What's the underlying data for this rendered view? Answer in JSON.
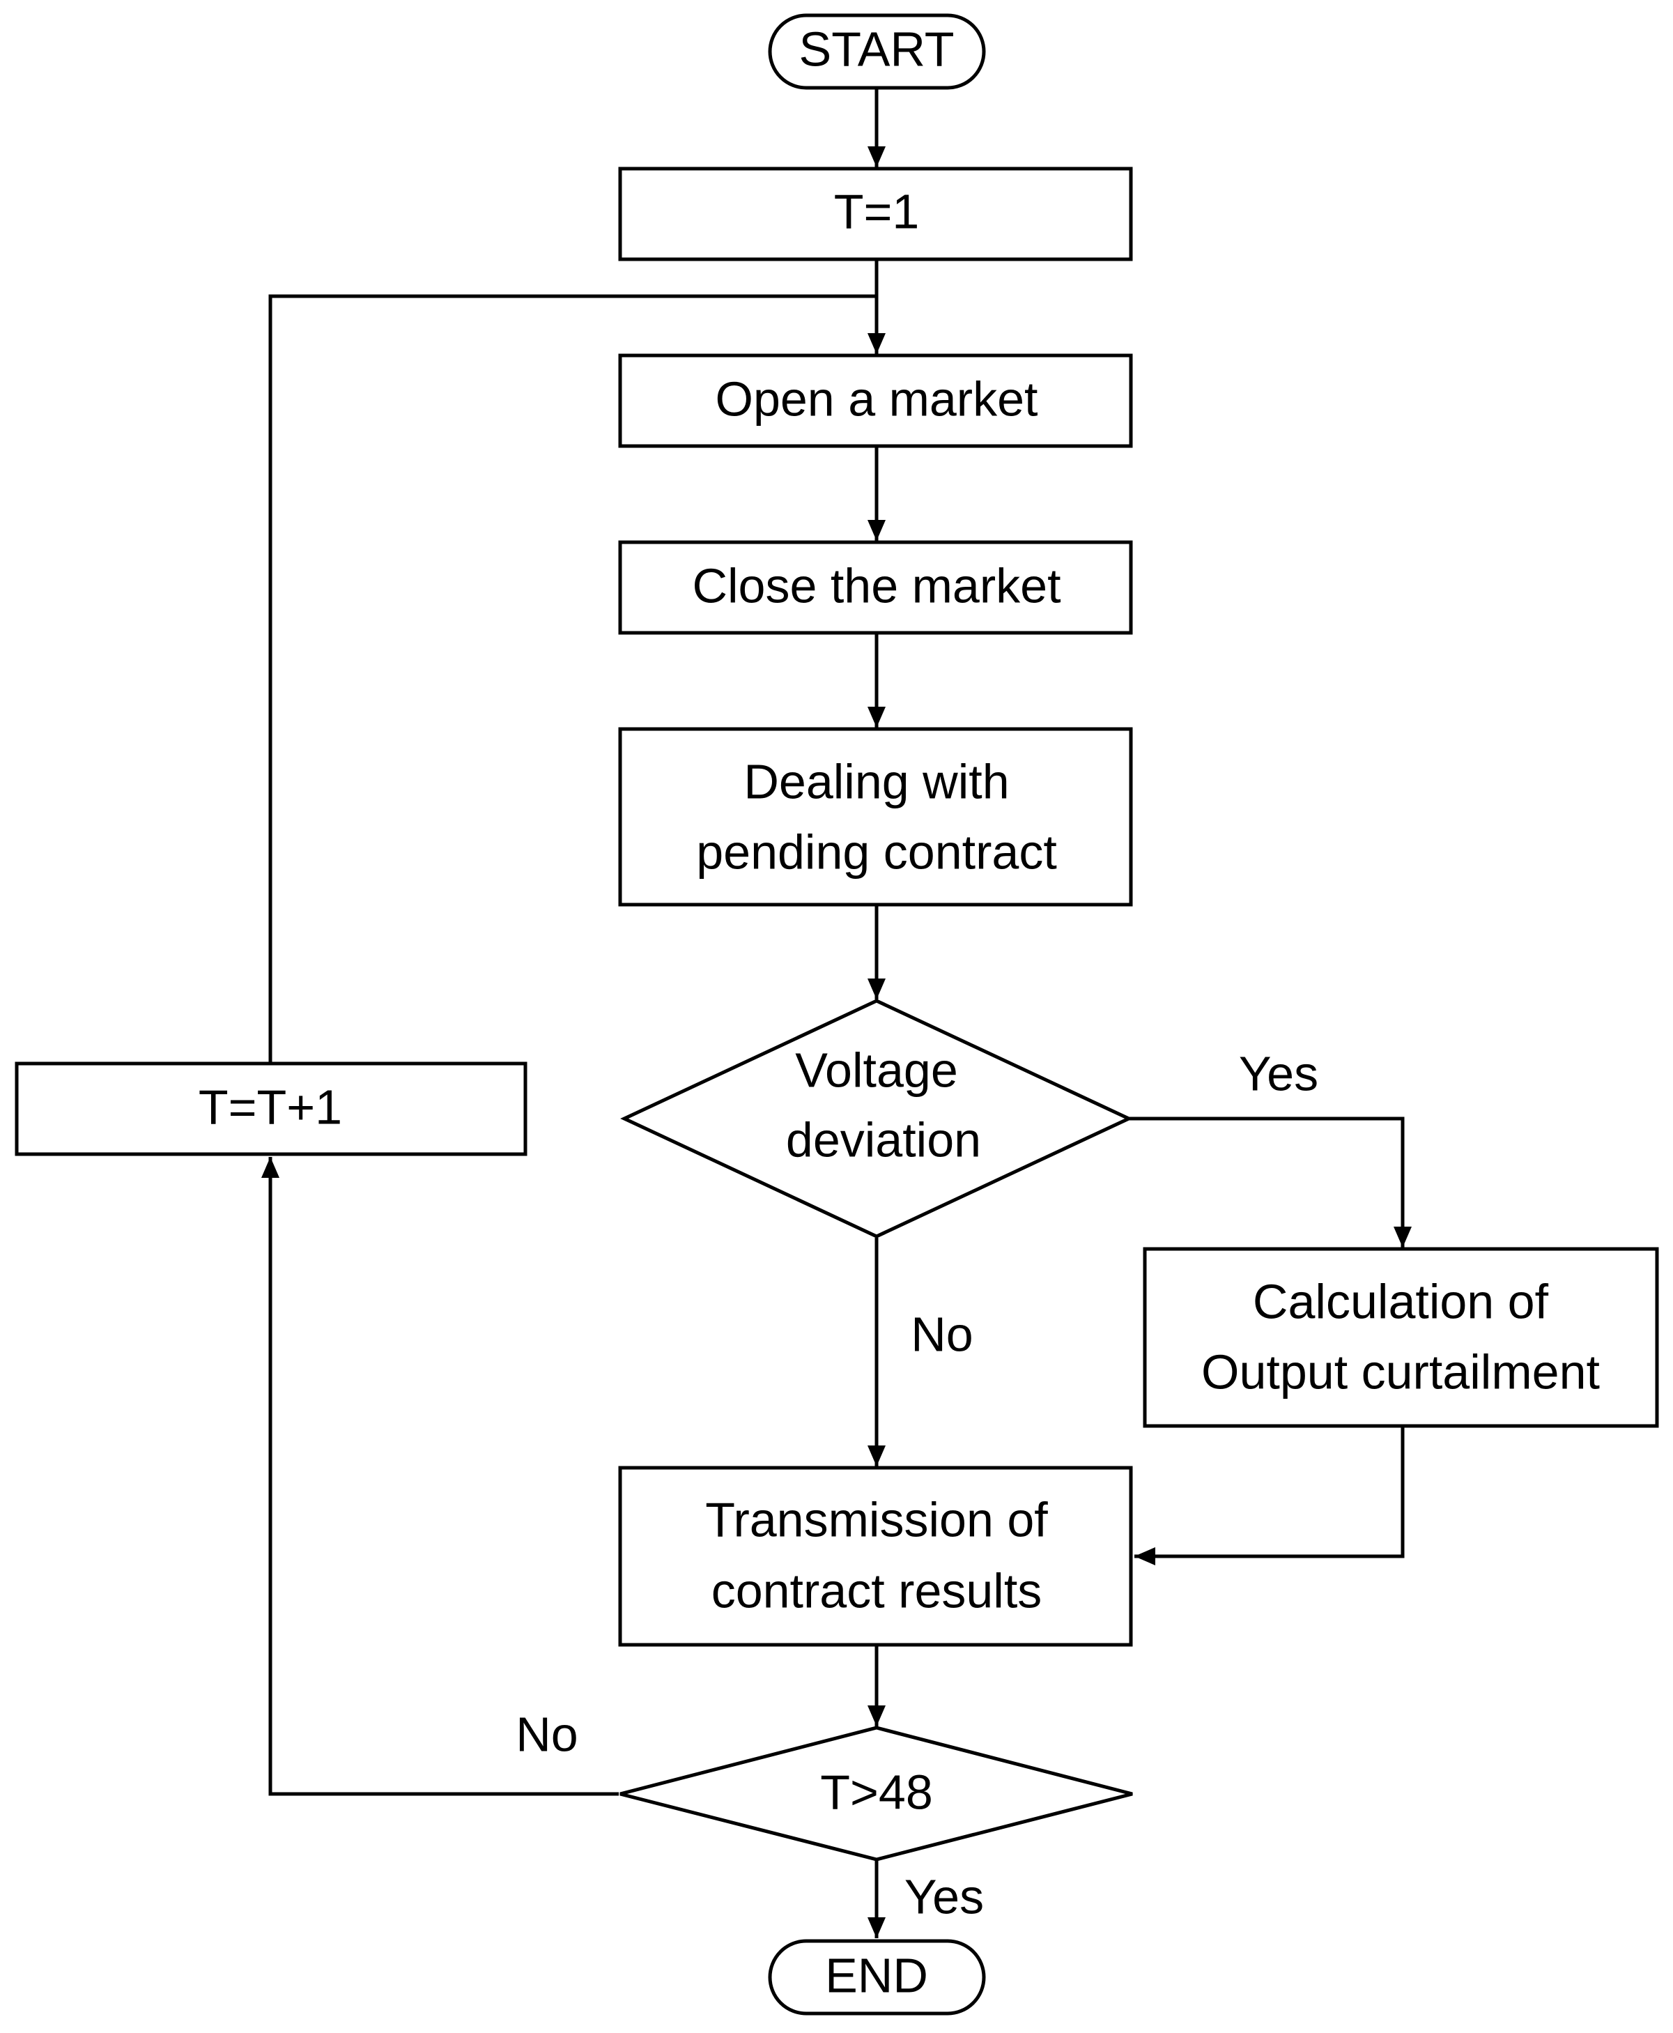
{
  "nodes": {
    "start": "START",
    "init": "T=1",
    "open_market": "Open a market",
    "close_market": "Close the market",
    "pending": [
      "Dealing with",
      "pending contract"
    ],
    "voltage": [
      "Voltage",
      "deviation"
    ],
    "curtailment": [
      "Calculation of",
      "Output curtailment"
    ],
    "transmission": [
      "Transmission of",
      "contract results"
    ],
    "loop_check": "T>48",
    "increment": "T=T+1",
    "end": "END"
  },
  "edge_labels": {
    "voltage_yes": "Yes",
    "voltage_no": "No",
    "loop_no": "No",
    "loop_yes": "Yes"
  }
}
